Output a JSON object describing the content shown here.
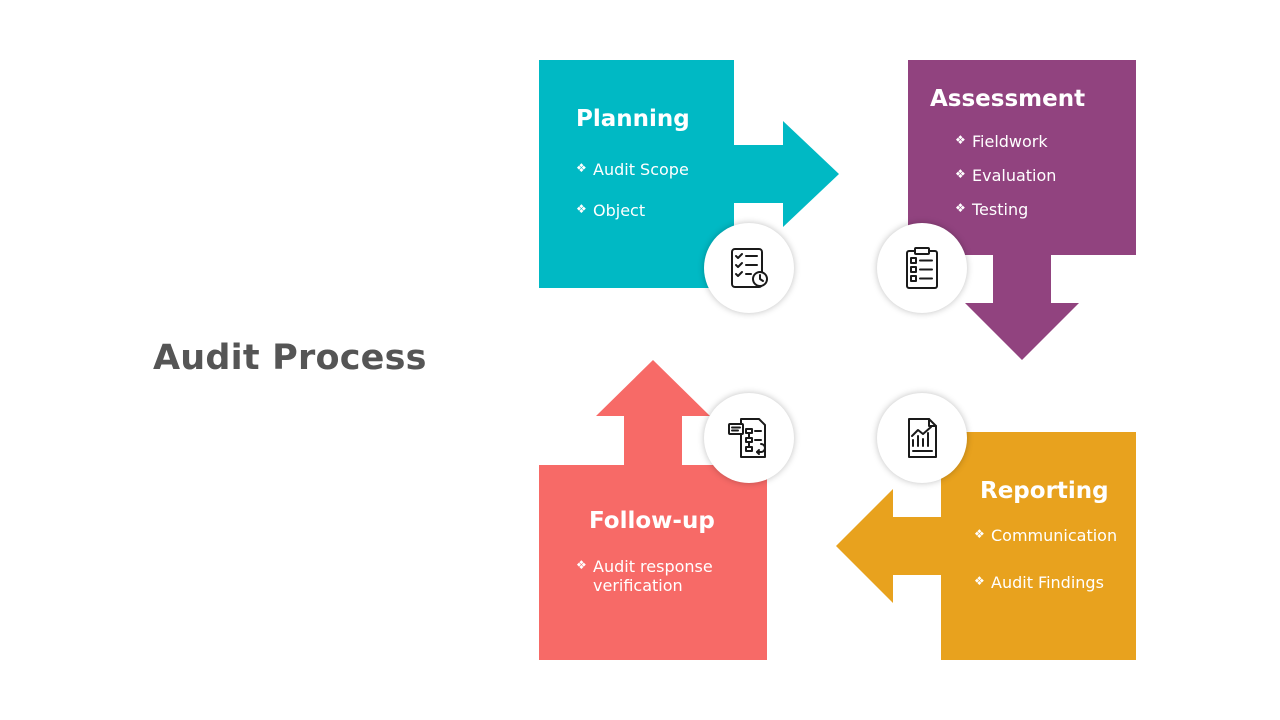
{
  "title": "Audit Process",
  "bullet_glyph": "❖",
  "colors": {
    "planning": "#00B9C4",
    "assessment": "#91437F",
    "reporting": "#E8A21E",
    "followup": "#F76A67",
    "title": "#555555"
  },
  "steps": {
    "planning": {
      "title": "Planning",
      "items": [
        "Audit Scope",
        "Object"
      ],
      "icon": "checklist-clock-icon"
    },
    "assessment": {
      "title": "Assessment",
      "items": [
        "Fieldwork",
        "Evaluation",
        "Testing"
      ],
      "icon": "clipboard-checklist-icon"
    },
    "reporting": {
      "title": "Reporting",
      "items": [
        "Communication",
        "Audit Findings"
      ],
      "icon": "report-chart-icon"
    },
    "followup": {
      "title": "Follow-up",
      "items": [
        "Audit response",
        "verification"
      ],
      "icon": "flowchart-document-icon"
    }
  }
}
